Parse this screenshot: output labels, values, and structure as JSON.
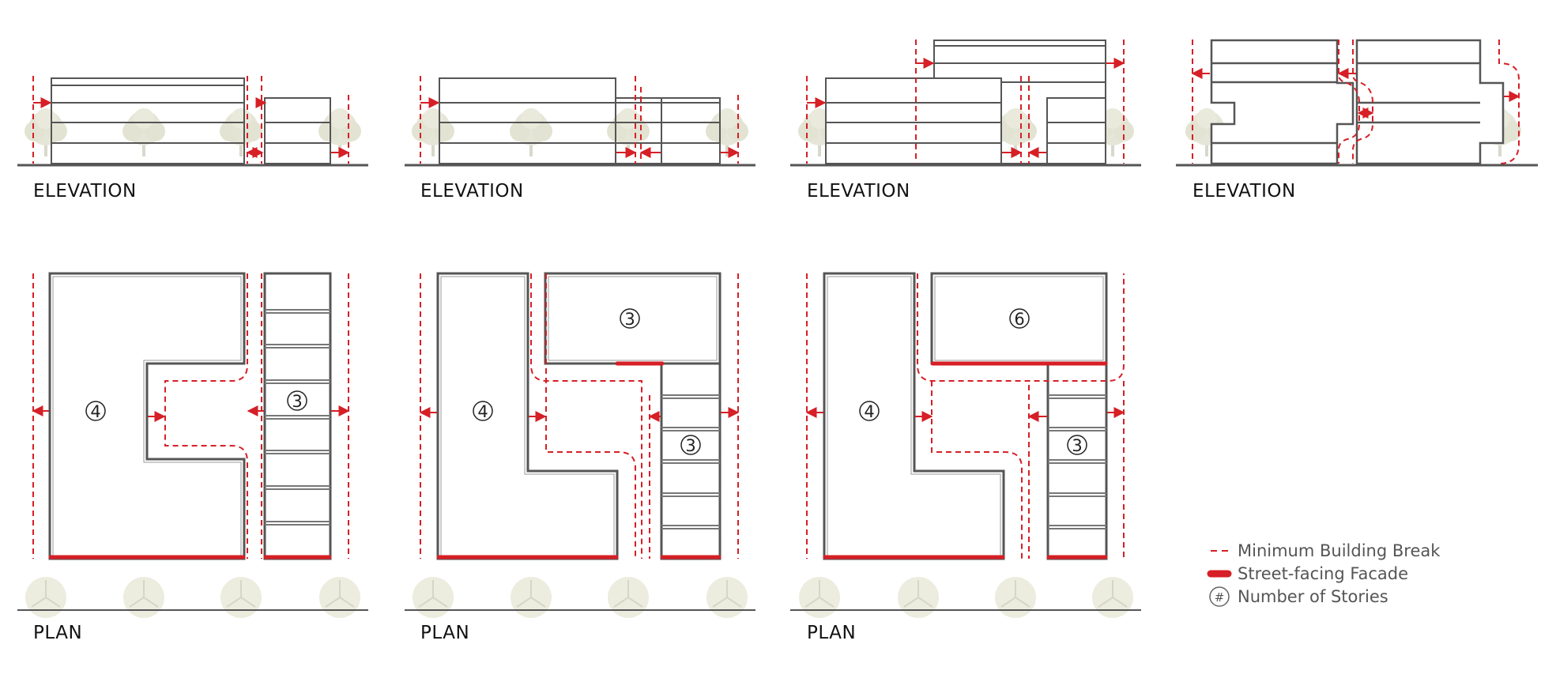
{
  "labels": {
    "elevation": "ELEVATION",
    "plan": "PLAN"
  },
  "stories": {
    "p1_main": "4",
    "p1_side": "3",
    "p2_main": "4",
    "p2_top": "3",
    "p2_side": "3",
    "p3_main": "4",
    "p3_top": "6",
    "p3_side": "3"
  },
  "legend": {
    "break": "Minimum Building Break",
    "facade": "Street-facing Facade",
    "stories": "Number of Stories",
    "stories_symbol": "#"
  },
  "colors": {
    "break_line": "#d61f26",
    "facade": "#d61f26",
    "building": "#555555",
    "tree": "#e6e6d8",
    "ground": "#555555"
  }
}
